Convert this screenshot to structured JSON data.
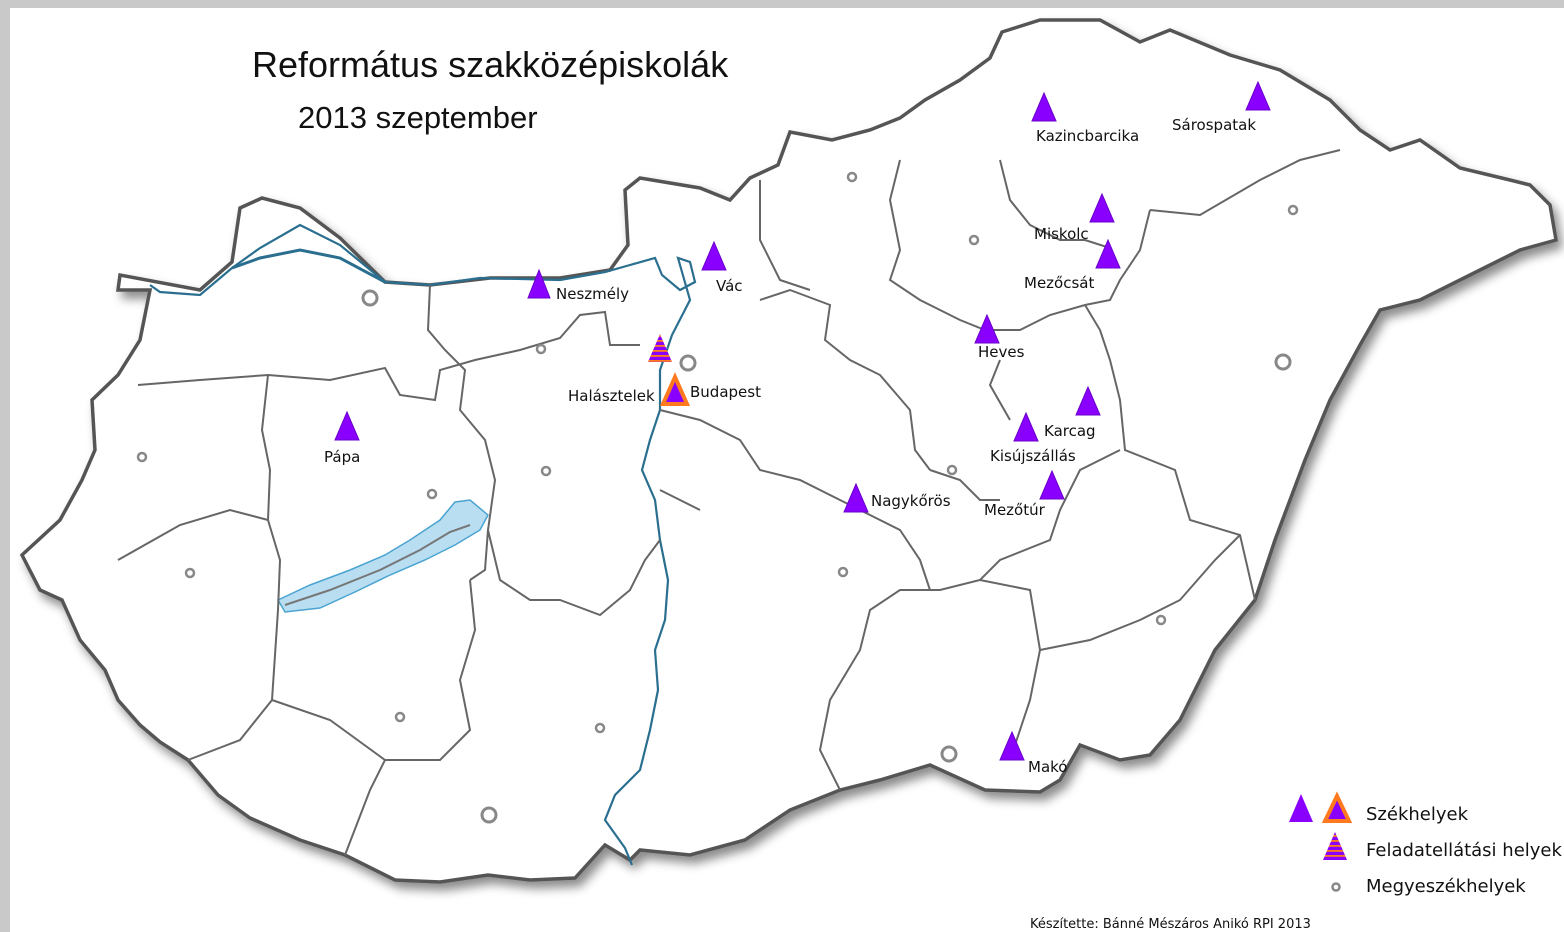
{
  "title": "Református szakközépiskolák",
  "subtitle": "2013 szeptember",
  "colors": {
    "triangle": "#8a00ff",
    "seat_outline": "#ff7a1f",
    "site_stripes": "#ff7a1f",
    "water": "#b9def2",
    "border": "#555555",
    "river": "#2a6f8f"
  },
  "cities": {
    "neszmely": "Neszmély",
    "vac": "Vác",
    "halasztelek": "Halásztelek",
    "budapest": "Budapest",
    "papa": "Pápa",
    "nagykoros": "Nagykőrös",
    "kazincbarcika": "Kazincbarcika",
    "sarospatak": "Sárospatak",
    "miskolc": "Miskolc",
    "mezocsat": "Mezőcsát",
    "heves": "Heves",
    "karcag": "Karcag",
    "kisujszallas": "Kisújszállás",
    "mezotur": "Mezőtúr",
    "mako": "Makó"
  },
  "legend": {
    "seats": "Székhelyek",
    "sites": "Feladatellátási helyek",
    "county_seats": "Megyeszékhelyek"
  },
  "credit": "Készítette: Bánné Mészáros Anikó RPI 2013"
}
